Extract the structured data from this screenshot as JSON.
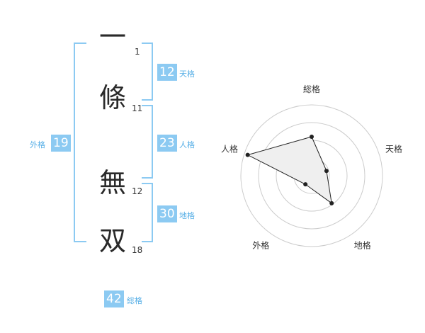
{
  "name": {
    "characters": [
      {
        "char": "一",
        "strokes": "1"
      },
      {
        "char": "條",
        "strokes": "11"
      },
      {
        "char": "無",
        "strokes": "12"
      },
      {
        "char": "双",
        "strokes": "18"
      }
    ]
  },
  "scores": {
    "tenkaku": {
      "value": "12",
      "label": "天格"
    },
    "jinkaku": {
      "value": "23",
      "label": "人格"
    },
    "chikaku": {
      "value": "30",
      "label": "地格"
    },
    "gaikaku": {
      "value": "19",
      "label": "外格"
    },
    "soukaku": {
      "value": "42",
      "label": "総格"
    }
  },
  "chart_data": {
    "type": "radar",
    "axes": [
      "総格",
      "天格",
      "地格",
      "外格",
      "人格"
    ],
    "values": [
      0.55,
      0.22,
      0.48,
      0.15,
      0.95
    ],
    "rings": 4,
    "colors": {
      "fill": "#efefef",
      "line": "#222222",
      "grid": "#cccccc",
      "accent": "#8ccaf2"
    }
  }
}
